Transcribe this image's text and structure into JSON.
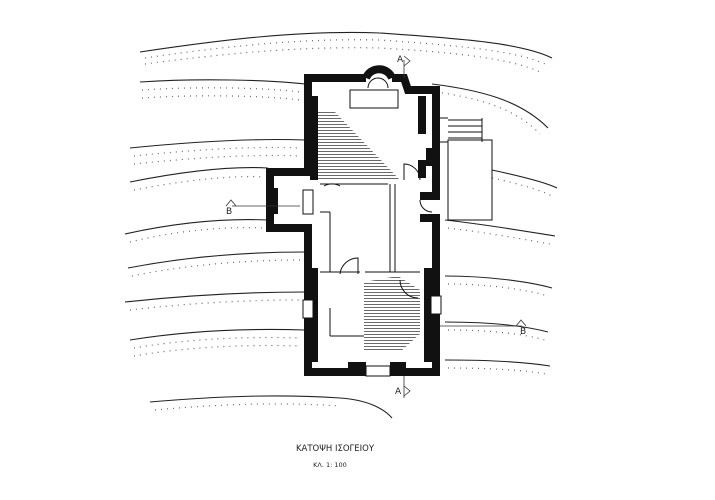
{
  "drawing": {
    "title": "ΚΑΤΟΨΗ ΙΣΟΓΕΙΟΥ",
    "scale": "ΚΛ. 1: 100",
    "section_labels": {
      "a_top": "A",
      "a_bottom": "A",
      "b_left": "B",
      "b_right": "B"
    }
  },
  "colors": {
    "ink": "#111111",
    "hatch": "#333333",
    "stipple": "#555555"
  }
}
